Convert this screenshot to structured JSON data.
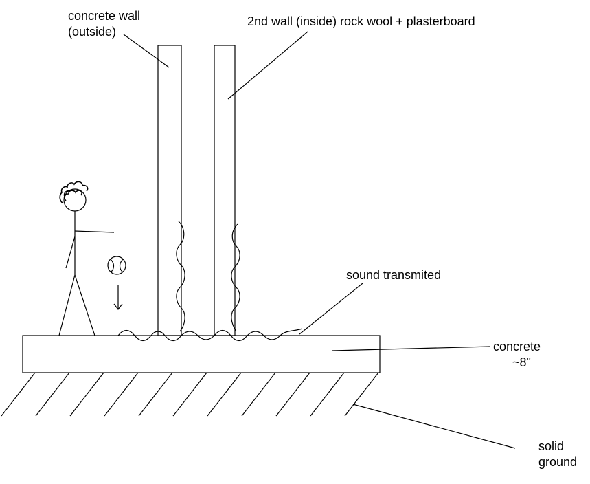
{
  "labels": {
    "concrete_wall_line1": "concrete wall",
    "concrete_wall_line2": "(outside)",
    "second_wall": "2nd wall (inside) rock wool + plasterboard",
    "sound_transmitted": "sound transmited",
    "concrete_slab_line1": "concrete",
    "concrete_slab_line2": "~8\"",
    "solid_ground_line1": "solid",
    "solid_ground_line2": "ground"
  }
}
